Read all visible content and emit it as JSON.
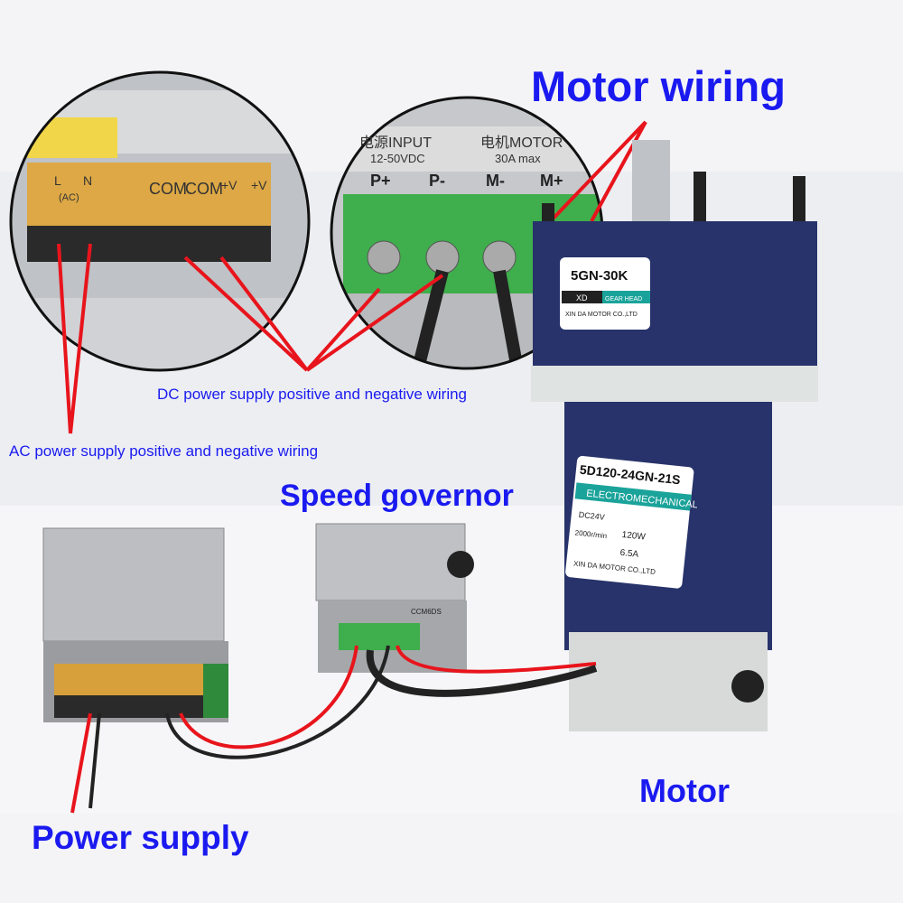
{
  "captions": {
    "motor_wiring": "Motor wiring",
    "dc_wiring": "DC power supply positive and negative wiring",
    "ac_wiring": "AC power supply positive and negative wiring",
    "speed_governor": "Speed governor",
    "motor": "Motor",
    "power_supply": "Power supply"
  },
  "psu_terminal_labels": [
    "L",
    "N",
    "(AC)",
    "COM",
    "COM",
    "+V",
    "+V"
  ],
  "governor_terminal": {
    "input": "电源INPUT",
    "input_range": "12-50VDC",
    "motor": "电机MOTOR",
    "motor_range": "30A max",
    "pins": [
      "P+",
      "P-",
      "M-",
      "M+"
    ]
  },
  "governor_model": "CCM6DS",
  "gearhead_label": {
    "model": "5GN-30K",
    "brand": "XD",
    "type": "GEAR HEAD",
    "maker": "XIN DA MOTOR CO.,LTD"
  },
  "motor_label": {
    "model": "5D120-24GN-21S",
    "type": "ELECTROMECHANICAL",
    "voltage": "DC24V",
    "power": "120W",
    "speed": "2000r/min",
    "current": "6.5A",
    "maker": "XIN DA MOTOR CO.,LTD"
  },
  "colors": {
    "caption": "#1a1af0",
    "wire_red": "#e8141c",
    "motor_body": "#27336a",
    "terminal_green": "#3fae4c"
  }
}
